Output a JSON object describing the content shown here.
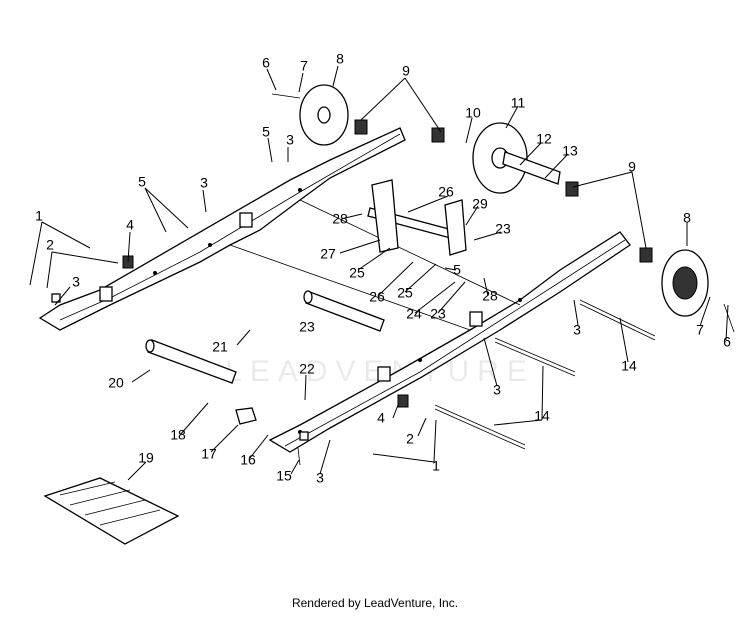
{
  "diagram": {
    "callouts": [
      "1",
      "2",
      "3",
      "4",
      "5",
      "6",
      "7",
      "8",
      "9",
      "10",
      "11",
      "12",
      "13",
      "14",
      "15",
      "16",
      "17",
      "18",
      "19",
      "20",
      "21",
      "22",
      "23",
      "24",
      "25",
      "26",
      "27",
      "28",
      "29"
    ]
  },
  "watermark": "LEADVENTURE",
  "footer": "Rendered by LeadVenture, Inc."
}
